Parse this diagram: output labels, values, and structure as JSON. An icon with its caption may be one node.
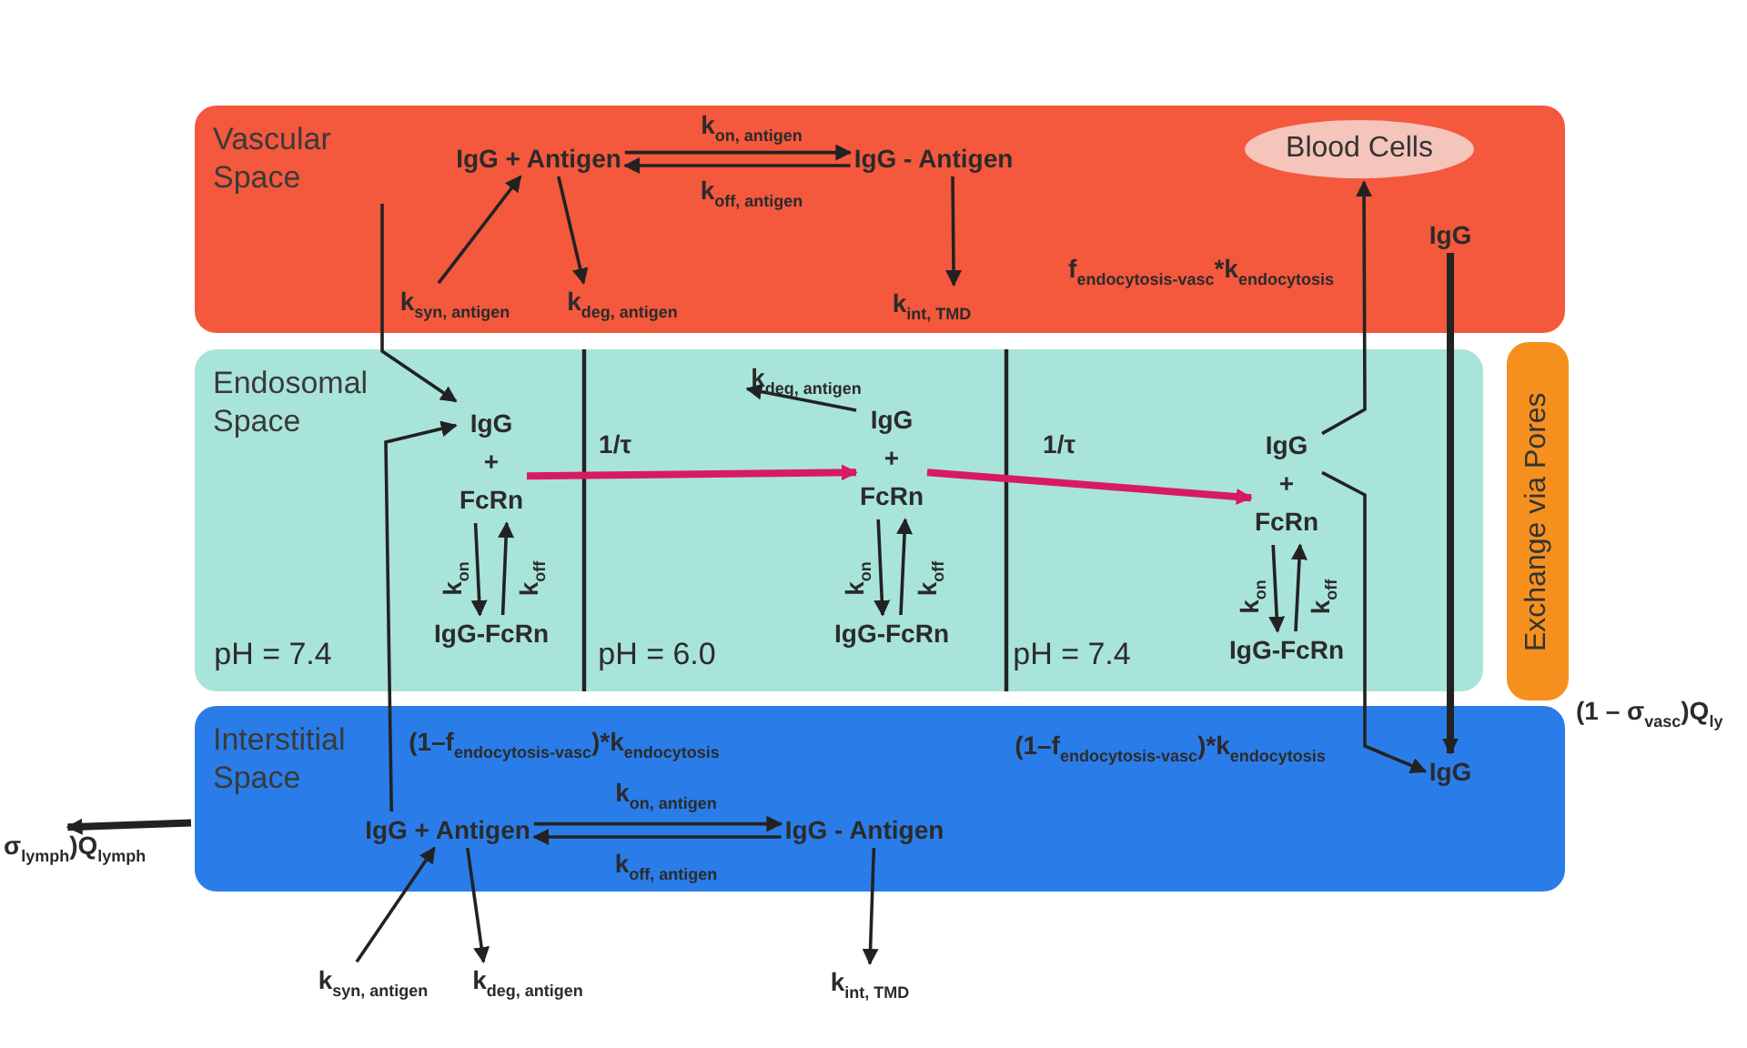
{
  "diagram": {
    "nodes": [
      {
        "text": [
          "Vascular Space"
        ]
      },
      {
        "text": [
          "IgG + Antigen"
        ],
        "in": 0
      },
      {
        "text": [
          "IgG - Antigen"
        ],
        "in": 0
      },
      {
        "text": [
          "Blood Cells"
        ],
        "in": 0
      },
      {
        "text": [
          "IgG"
        ],
        "in": 0
      },
      {
        "text": [
          "k$_{syn, antigen}$"
        ],
        "in": 0
      },
      {
        "text": [
          "k$_{deg, antigen}$"
        ],
        "in": 0
      },
      {
        "text": [
          "k$_{int, TMD}$"
        ],
        "in": 0
      },
      {
        "text": [
          "Endosomal Space"
        ]
      },
      {
        "text": [
          "IgG + FcRn"
        ],
        "in": 8
      },
      {
        "text": [
          "IgG-FcRn"
        ],
        "in": 8
      },
      {
        "text": [
          "IgG + FcRn"
        ],
        "in": 8
      },
      {
        "text": [
          "IgG-FcRn"
        ],
        "in": 8
      },
      {
        "text": [
          "IgG + FcRn"
        ],
        "in": 8
      },
      {
        "text": [
          "IgG-FcRn"
        ],
        "in": 8
      },
      {
        "text": [
          "k$_{deg, antigen}$"
        ],
        "in": 8
      },
      {
        "text": [
          "Interstitial Space"
        ]
      },
      {
        "text": [
          "IgG + Antigen"
        ],
        "in": 16
      },
      {
        "text": [
          "IgG - Antigen"
        ],
        "in": 16
      },
      {
        "text": [
          "IgG"
        ],
        "in": 16
      },
      {
        "text": [
          "k$_{syn, antigen}$"
        ]
      },
      {
        "text": [
          "k$_{deg, antigen}$"
        ]
      },
      {
        "text": [
          "k$_{int, TMD}$"
        ]
      },
      {
        "text": [
          "σ$_{lymph}$)Q$_{lymph}$"
        ]
      },
      {
        "text": [
          "Exchange via Pores"
        ]
      }
    ],
    "edges": [
      {
        "from": 5,
        "to": 1,
        "arrow": "to"
      },
      {
        "from": 1,
        "to": 6,
        "arrow": "to"
      },
      {
        "from": 1,
        "to": 2,
        "arrow": "to",
        "label": "k$_{on, antigen}$"
      },
      {
        "from": 2,
        "to": 1,
        "arrow": "to",
        "label": "k$_{off, antigen}$"
      },
      {
        "from": 2,
        "to": 7,
        "arrow": "to"
      },
      {
        "from": null,
        "to": 9,
        "arrow": "to"
      },
      {
        "from": 17,
        "to": 9,
        "arrow": "to",
        "label": "(1–f$_{endocytosis-vasc}$)*k$_{endocytosis}$"
      },
      {
        "from": 9,
        "to": 10,
        "arrow": "to",
        "label": "k$_{on}$"
      },
      {
        "from": 10,
        "to": 9,
        "arrow": "to",
        "label": "k$_{off}$"
      },
      {
        "from": 9,
        "to": 11,
        "arrow": "to",
        "label": "1/τ",
        "style": "thick",
        "color": "#d81b60"
      },
      {
        "from": 11,
        "to": 15,
        "arrow": "to"
      },
      {
        "from": 11,
        "to": 12,
        "arrow": "to",
        "label": "k$_{on}$"
      },
      {
        "from": 12,
        "to": 11,
        "arrow": "to",
        "label": "k$_{off}$"
      },
      {
        "from": 11,
        "to": 13,
        "arrow": "to",
        "label": "1/τ",
        "style": "thick",
        "color": "#d81b60"
      },
      {
        "from": 13,
        "to": 14,
        "arrow": "to",
        "label": "k$_{on}$"
      },
      {
        "from": 14,
        "to": 13,
        "arrow": "to",
        "label": "k$_{off}$"
      },
      {
        "from": 13,
        "to": 3,
        "arrow": "to",
        "label": "f$_{endocytosis-vasc}$*k$_{endocytosis}$"
      },
      {
        "from": 13,
        "to": 19,
        "arrow": "to",
        "label": "(1–f$_{endocytosis-vasc}$)*k$_{endocytosis}$"
      },
      {
        "from": 4,
        "to": 19,
        "arrow": "to",
        "style": "thick",
        "label": "(1 – σ$_{vasc}$)Q$_{ly}$"
      },
      {
        "from": 20,
        "to": 17,
        "arrow": "to"
      },
      {
        "from": 17,
        "to": 21,
        "arrow": "to"
      },
      {
        "from": 17,
        "to": 18,
        "arrow": "to",
        "label": "k$_{on, antigen}$"
      },
      {
        "from": 18,
        "to": 17,
        "arrow": "to",
        "label": "k$_{off, antigen}$"
      },
      {
        "from": 18,
        "to": 22,
        "arrow": "to"
      },
      {
        "from": 16,
        "to": 23,
        "arrow": "to",
        "style": "thick"
      }
    ],
    "labels": [
      "pH = 7.4",
      "pH = 6.0",
      "pH = 7.4"
    ]
  }
}
